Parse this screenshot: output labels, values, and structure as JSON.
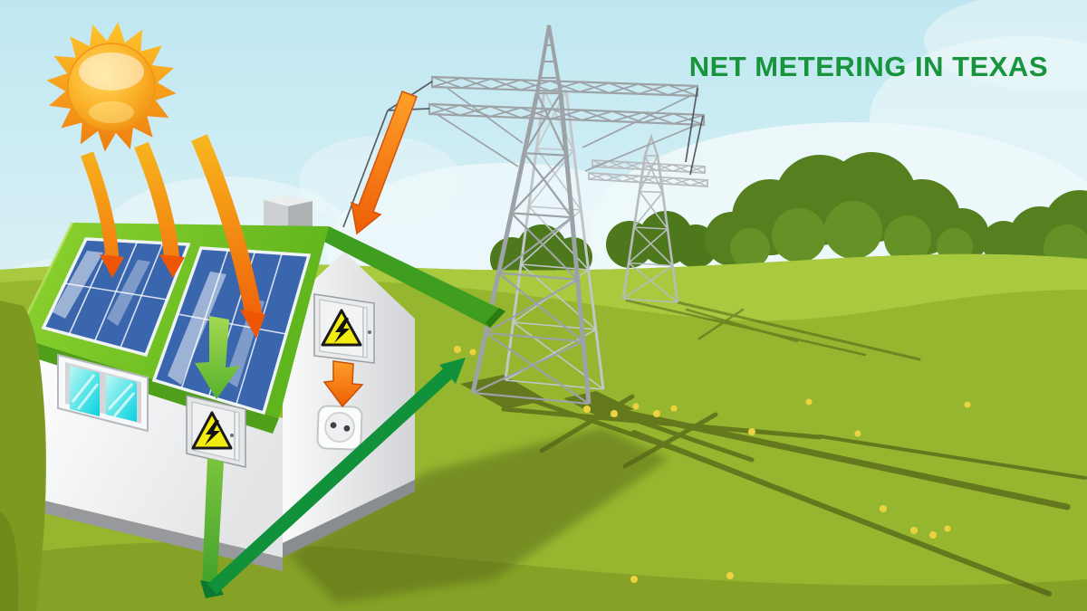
{
  "title": {
    "text": "NET METERING IN TEXAS",
    "color": "#17943c"
  },
  "palette": {
    "sky_top": "#bfe7f1",
    "sky_bottom": "#e9f6f8",
    "cloud": "#eef8fa",
    "grass_main": "#97b630",
    "grass_light_band": "#a9c93f",
    "grass_foreground": "#86a226",
    "grass_left_hill": "#7d9a20",
    "bush_dark": "#4d781c",
    "bush_mid": "#567f20",
    "bush_light": "#649226",
    "roof_green": "#6fc024",
    "roof_back": "#3f9d1f",
    "panel_blue": "#3a66ad",
    "house_wall": "#f4f5f6",
    "warning_yellow": "#f2ec10",
    "arrow_orange": "#f07112",
    "arrow_green_light": "#6cbf35",
    "arrow_green_dark": "#11913a",
    "tower_gray": "#9da2a6",
    "sun_orange": "#f9a81c",
    "flower_yellow": "#ecd23f"
  },
  "scene": {
    "elements": [
      "sun-icon",
      "sun-ray-arrows",
      "solar-house",
      "solar-panels",
      "window",
      "chimney",
      "electric-meter-box-front",
      "electric-meter-box-side",
      "warning-triangle-sign",
      "power-outlet",
      "green-export-arrow",
      "green-ground-feed-arrow",
      "orange-grid-import-arrow",
      "orange-outlet-arrow",
      "transmission-tower-main",
      "transmission-tower-far",
      "power-lines",
      "bushes",
      "grass-field",
      "clouds",
      "flowers"
    ]
  }
}
